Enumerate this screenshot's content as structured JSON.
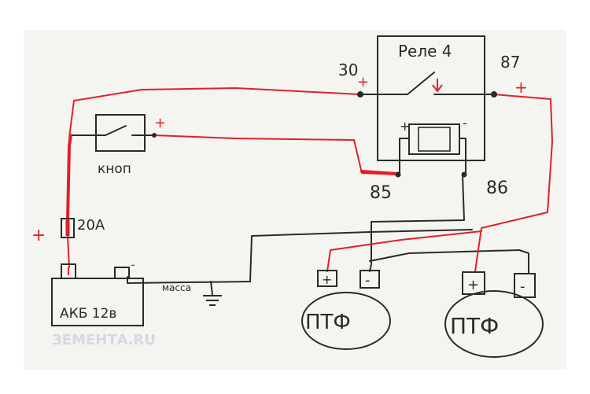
{
  "relay": {
    "title": "Реле 4",
    "pin_30": "30",
    "pin_87": "87",
    "pin_85": "85",
    "pin_86": "86",
    "coil_plus": "+",
    "coil_minus": "-"
  },
  "button": {
    "label": "кноп",
    "plus": "+"
  },
  "fuse": {
    "label": "20А",
    "plus": "+"
  },
  "battery": {
    "label": "АКБ 12в",
    "minus": "-"
  },
  "ground": {
    "label": "масса"
  },
  "fog_lights": [
    {
      "label": "ПТФ",
      "plus": "+",
      "minus": "-"
    },
    {
      "label": "ПТФ",
      "plus": "+",
      "minus": "-"
    }
  ],
  "marks": {
    "plus_30": "+",
    "plus_87": "+"
  },
  "watermark": "ЗЕМЕНТА.RU",
  "colors": {
    "positive_wire": "#e0202a",
    "ground_wire": "#2a2a2a",
    "paper": "#f4f4f1"
  }
}
